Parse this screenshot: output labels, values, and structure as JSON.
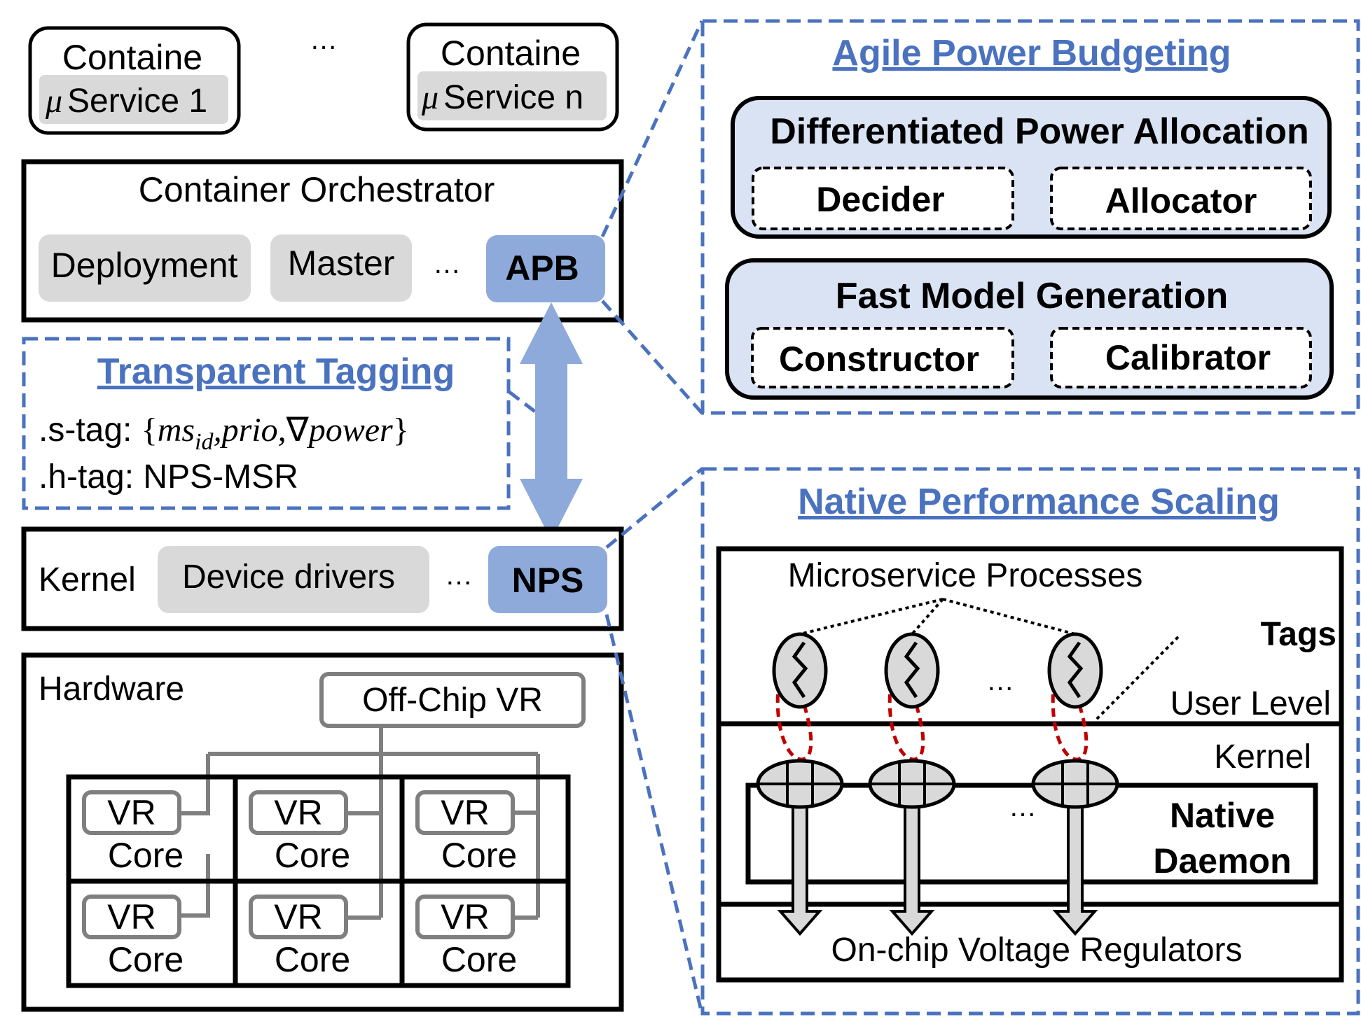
{
  "containers": [
    {
      "title": "Containe",
      "service_prefix": "μ",
      "service_label": "Service 1"
    },
    {
      "title": "Containe",
      "service_prefix": "μ",
      "service_label": "Service n"
    }
  ],
  "containers_ellipsis": "…",
  "orchestrator": {
    "title": "Container Orchestrator",
    "items": [
      "Deployment",
      "Master"
    ],
    "ellipsis": "…",
    "apb_label": "APB"
  },
  "tagging": {
    "title": "Transparent Tagging",
    "s_tag_label": ".s-tag: ",
    "s_tag_formula_open": "{",
    "s_tag_ms": "ms",
    "s_tag_id": "id",
    "s_tag_rest": ",prio,",
    "s_tag_nabla": "∇",
    "s_tag_power": "power",
    "s_tag_formula_close": "}",
    "h_tag": ".h-tag: NPS-MSR"
  },
  "kernel": {
    "label": "Kernel",
    "device_drivers": "Device drivers",
    "ellipsis": "…",
    "nps_label": "NPS"
  },
  "hardware": {
    "label": "Hardware",
    "offchip_vr": "Off-Chip VR",
    "cores": [
      {
        "vr": "VR",
        "core": "Core"
      },
      {
        "vr": "VR",
        "core": "Core"
      },
      {
        "vr": "VR",
        "core": "Core"
      },
      {
        "vr": "VR",
        "core": "Core"
      },
      {
        "vr": "VR",
        "core": "Core"
      },
      {
        "vr": "VR",
        "core": "Core"
      }
    ]
  },
  "apb_panel": {
    "title": "Agile Power Budgeting",
    "dpa": {
      "title": "Differentiated Power Allocation",
      "left": "Decider",
      "right": "Allocator"
    },
    "fmg": {
      "title": "Fast Model Generation",
      "left": "Constructor",
      "right": "Calibrator"
    }
  },
  "nps_panel": {
    "title": "Native Performance Scaling",
    "processes": "Microservice Processes",
    "tags": "Tags",
    "user_level": "User Level",
    "kernel": "Kernel",
    "ellipsis_top": "…",
    "ellipsis_mid": "…",
    "daemon_line1": "Native",
    "daemon_line2": "Daemon",
    "regulators": "On-chip Voltage Regulators"
  },
  "colors": {
    "accent_blue": "#4a72bf",
    "apb_fill": "#8eaadb",
    "panel_fill": "#dae3f3",
    "grey_chip": "#d9d9d9",
    "hw_grey": "#7f7f7f",
    "tag_red": "#c00000"
  }
}
